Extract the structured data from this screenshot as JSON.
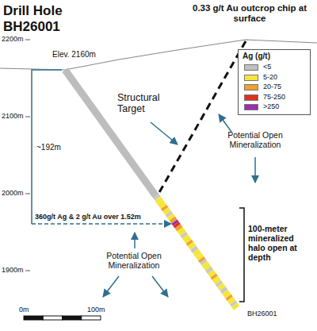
{
  "diagram": {
    "title": "Drill Hole BH26001",
    "labels": [
      "0.33 g/t Au outcrop chip at surface",
      "2200m",
      "2100m",
      "2000m",
      "1900m",
      "Elev. 2160m",
      "~192m",
      "Structural Target",
      "Potential Open Mineralization",
      "360g/t Ag & 2 g/t Au over 1.52m",
      "100-meter mineralized halo open at depth",
      "Potential Open Mineralization",
      "BH26001",
      "0m",
      "100m",
      "Ag (g/t)"
    ],
    "legend": [
      {
        "text": "<5",
        "color": "#c0c0c0"
      },
      {
        "text": "5-20",
        "color": "#f5e63a"
      },
      {
        "text": "20-75",
        "color": "#f0a030"
      },
      {
        "text": "75-250",
        "color": "#e03020"
      },
      {
        "text": ">250",
        "color": "#9b30b0"
      }
    ]
  }
}
